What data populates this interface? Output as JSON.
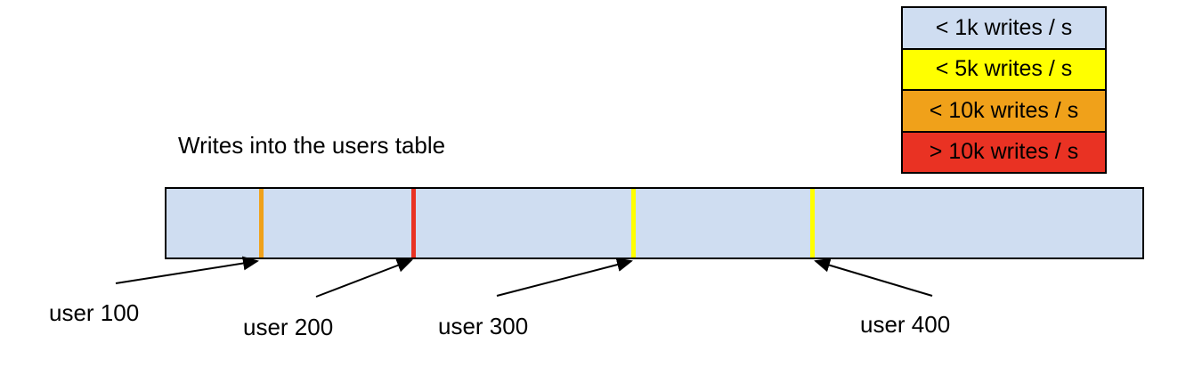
{
  "title": "Writes into the users table",
  "legend": {
    "items": [
      {
        "label": "< 1k writes / s",
        "color": "#cfddf1"
      },
      {
        "label": "< 5k writes / s",
        "color": "#ffff00"
      },
      {
        "label": "< 10k writes / s",
        "color": "#f0a11a"
      },
      {
        "label": "> 10k writes / s",
        "color": "#e93223"
      }
    ]
  },
  "bar": {
    "fill": "#cfddf1",
    "border_color": "#000000",
    "markers": [
      {
        "user": "user 100",
        "color": "#f0a11a",
        "legend_category": "< 10k writes / s",
        "position_pct": 9.7
      },
      {
        "user": "user 200",
        "color": "#e93223",
        "legend_category": "> 10k writes / s",
        "position_pct": 25.3
      },
      {
        "user": "user 300",
        "color": "#ffff00",
        "legend_category": "< 5k writes / s",
        "position_pct": 47.9
      },
      {
        "user": "user 400",
        "color": "#ffff00",
        "legend_category": "< 5k writes / s",
        "position_pct": 66.2
      }
    ]
  }
}
